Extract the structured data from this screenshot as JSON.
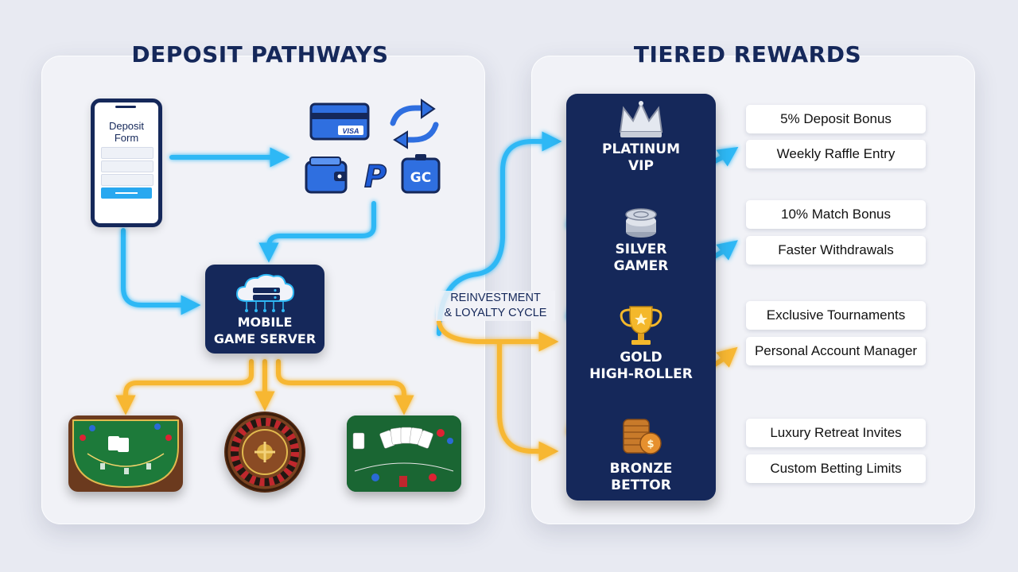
{
  "left_panel": {
    "title": "DEPOSIT PATHWAYS",
    "deposit_form_label": "Deposit\nForm",
    "payment_icons": [
      "credit-card-visa",
      "refresh-arrows",
      "wallet",
      "paypal",
      "gift-card-gc"
    ],
    "card_text": "VISA",
    "paypal_text": "P",
    "gift_card_text": "GC",
    "server_label": "MOBILE\nGAME SERVER",
    "games": [
      "blackjack-table",
      "roulette-wheel",
      "poker-table"
    ]
  },
  "right_panel": {
    "title": "TIERED REWARDS",
    "cycle_label": "REINVESTMENT\n& LOYALTY CYCLE",
    "tiers": [
      {
        "name": "PLATINUM\nVIP",
        "icon": "crown-icon"
      },
      {
        "name": "SILVER\nGAMER",
        "icon": "chip-stack-icon"
      },
      {
        "name": "GOLD\nHIGH-ROLLER",
        "icon": "trophy-icon"
      },
      {
        "name": "BRONZE\nBETTOR",
        "icon": "coin-stack-icon"
      }
    ],
    "benefits": [
      "5% Deposit Bonus",
      "Weekly Raffle Entry",
      "10% Match Bonus",
      "Faster Withdrawals",
      "Exclusive Tournaments",
      "Personal Account Manager",
      "Luxury Retreat Invites",
      "Custom Betting Limits"
    ]
  },
  "colors": {
    "navy": "#15285a",
    "blue_flow": "#2fb8f5",
    "gold_flow": "#f7b731",
    "panel": "#f1f2f7"
  }
}
